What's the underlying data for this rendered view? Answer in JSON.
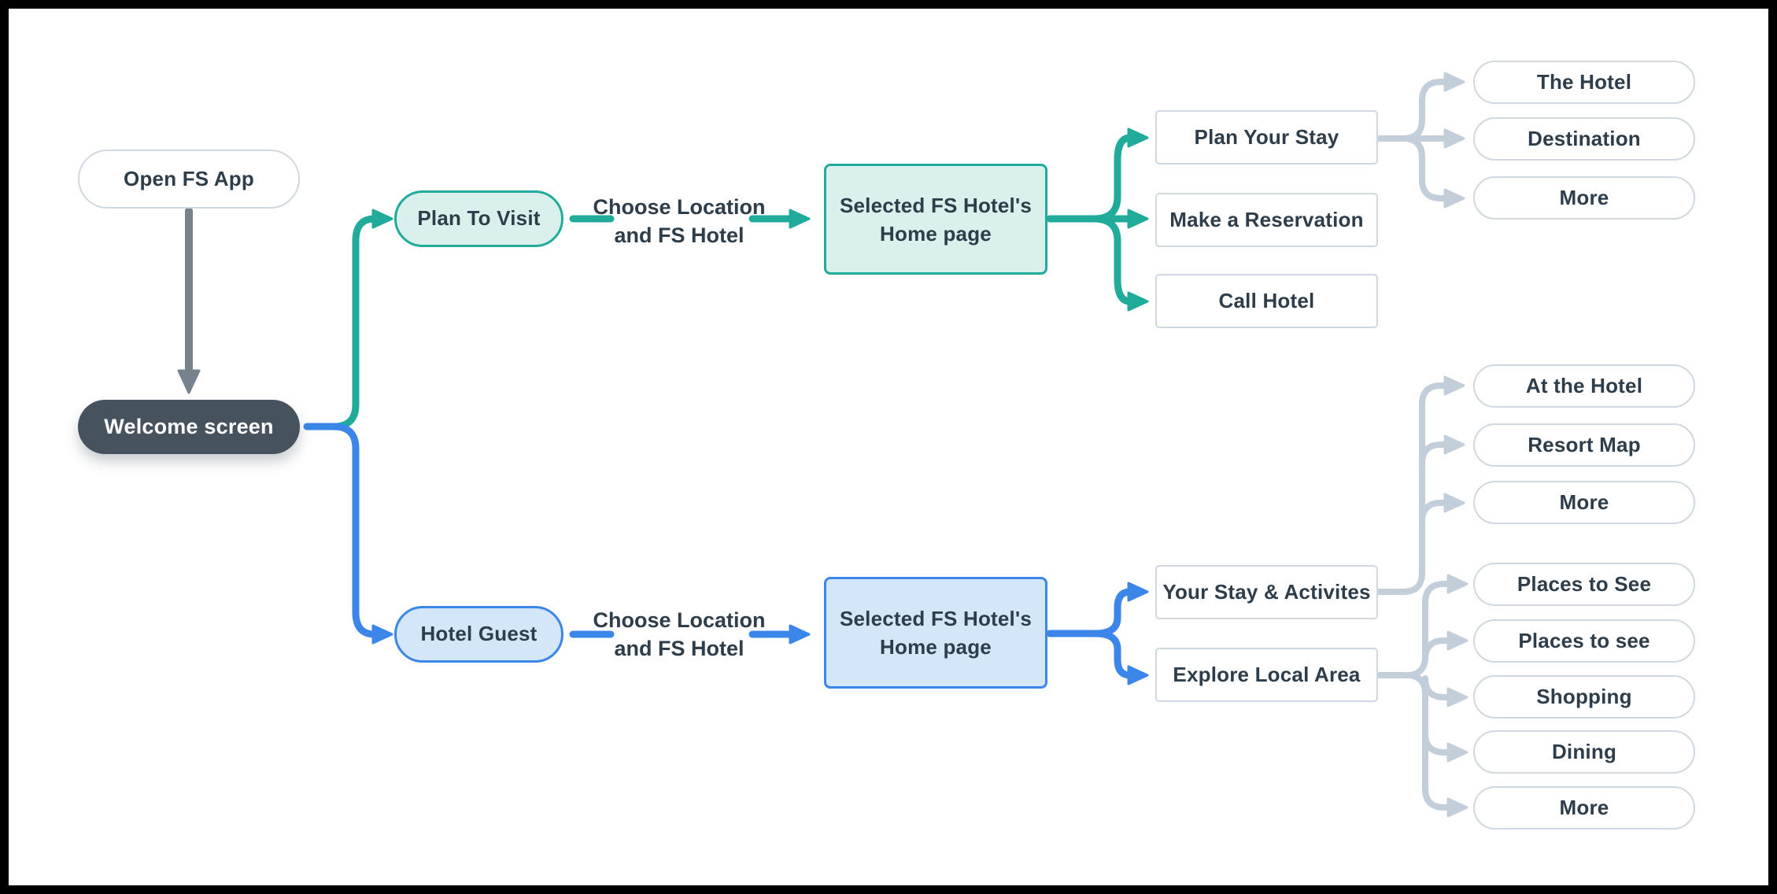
{
  "diagram": {
    "colors": {
      "accent_teal": "#21ab9b",
      "accent_teal_fill": "#d9f0ec",
      "accent_blue": "#3b86e8",
      "accent_blue_fill": "#d4e7f9",
      "node_dark": "#46535e",
      "neutral_border": "#cfd8e0",
      "connector_gray": "#c3cedb",
      "arrow_dark_gray": "#76838f",
      "text_dark": "#2e3d4a",
      "canvas": "#ffffff",
      "frame": "#000000"
    },
    "nodes": {
      "open_app": {
        "label": "Open FS App"
      },
      "welcome": {
        "label": "Welcome screen"
      },
      "plan_to_visit": {
        "label": "Plan To Visit"
      },
      "hotel_guest": {
        "label": "Hotel Guest"
      },
      "home_top": {
        "line1": "Selected FS Hotel's",
        "line2": "Home page"
      },
      "home_bottom": {
        "line1": "Selected FS Hotel's",
        "line2": "Home page"
      },
      "plan_your_stay": {
        "label": "Plan Your Stay"
      },
      "make_reservation": {
        "label": "Make a Reservation"
      },
      "call_hotel": {
        "label": "Call Hotel"
      },
      "your_stay": {
        "label": "Your Stay & Activites"
      },
      "explore_local": {
        "label": "Explore Local Area"
      },
      "the_hotel": {
        "label": "The Hotel"
      },
      "destination": {
        "label": "Destination"
      },
      "more_top": {
        "label": "More"
      },
      "at_the_hotel": {
        "label": "At the Hotel"
      },
      "resort_map": {
        "label": "Resort Map"
      },
      "more_mid": {
        "label": "More"
      },
      "places_to_see_caps": {
        "label": "Places to See"
      },
      "places_to_see_lower": {
        "label": "Places to see"
      },
      "shopping": {
        "label": "Shopping"
      },
      "dining": {
        "label": "Dining"
      },
      "more_bottom": {
        "label": "More"
      }
    },
    "edge_labels": {
      "choose_top": {
        "line1": "Choose Location",
        "line2": "and FS Hotel"
      },
      "choose_bottom": {
        "line1": "Choose Location",
        "line2": "and FS Hotel"
      }
    }
  }
}
